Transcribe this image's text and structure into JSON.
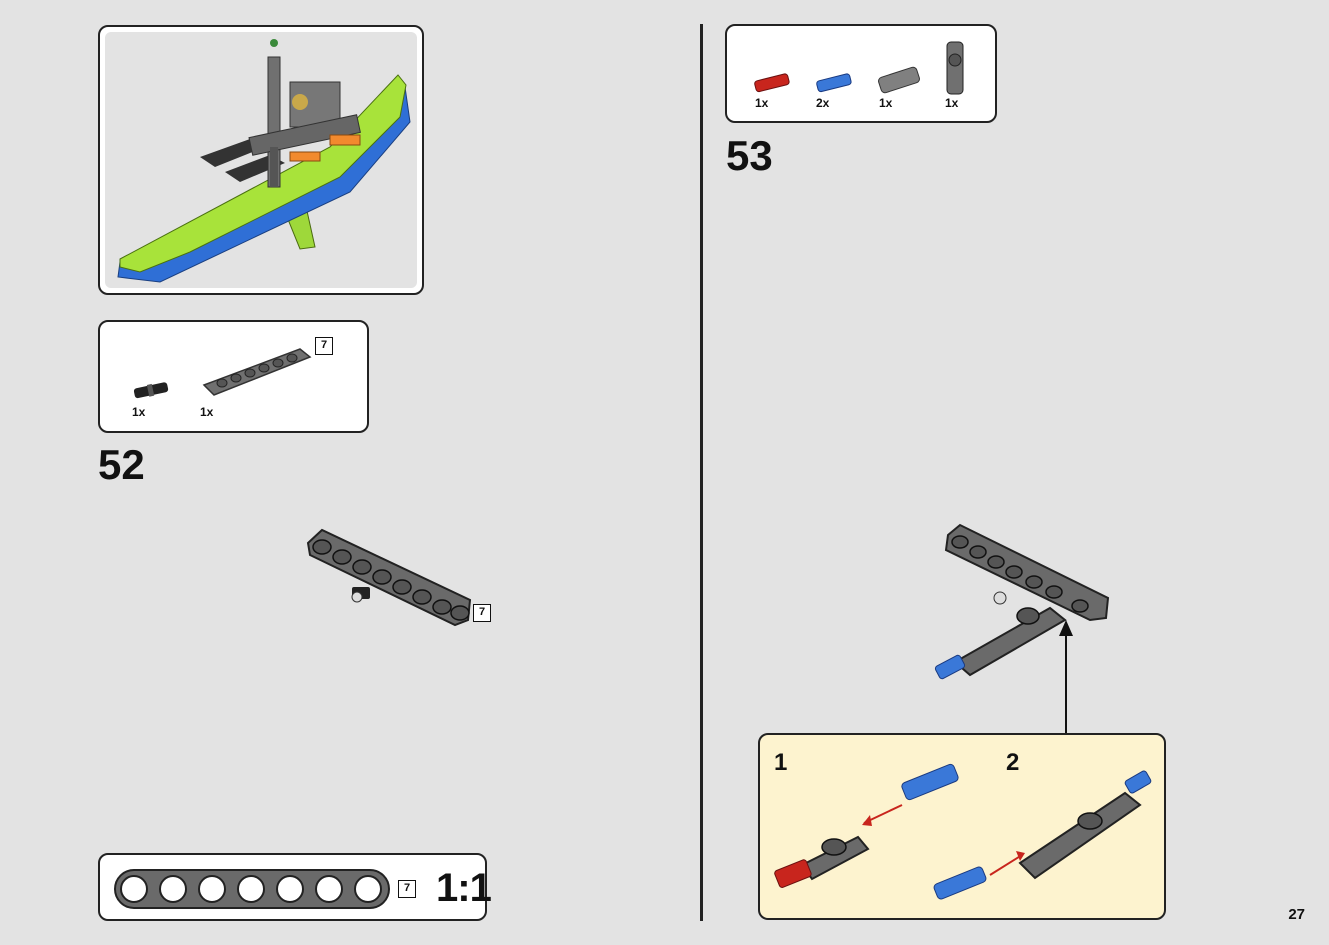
{
  "page": {
    "number": "27"
  },
  "colors": {
    "background": "#e3e3e3",
    "hull_lime": "#a8e33a",
    "hull_blue": "#2f6fd6",
    "beam_gray": "#6a6a6a",
    "pin_red": "#c8251d",
    "pin_blue": "#3a78d8",
    "callout_bg": "#fdf3cf"
  },
  "step52": {
    "number": "52",
    "parts": [
      {
        "name": "black-pin-with-bush",
        "qty": "1x"
      },
      {
        "name": "beam-7-gray",
        "qty": "1x",
        "length_label": "7"
      }
    ],
    "model_length_label": "7"
  },
  "step53": {
    "number": "53",
    "parts": [
      {
        "name": "red-pin",
        "qty": "1x"
      },
      {
        "name": "blue-pin",
        "qty": "2x"
      },
      {
        "name": "gray-axle-connector",
        "qty": "1x"
      },
      {
        "name": "gray-cross-block",
        "qty": "1x"
      }
    ],
    "substeps": [
      "1",
      "2"
    ]
  },
  "ruler": {
    "length_label": "7",
    "scale": "1:1",
    "holes": 7
  }
}
